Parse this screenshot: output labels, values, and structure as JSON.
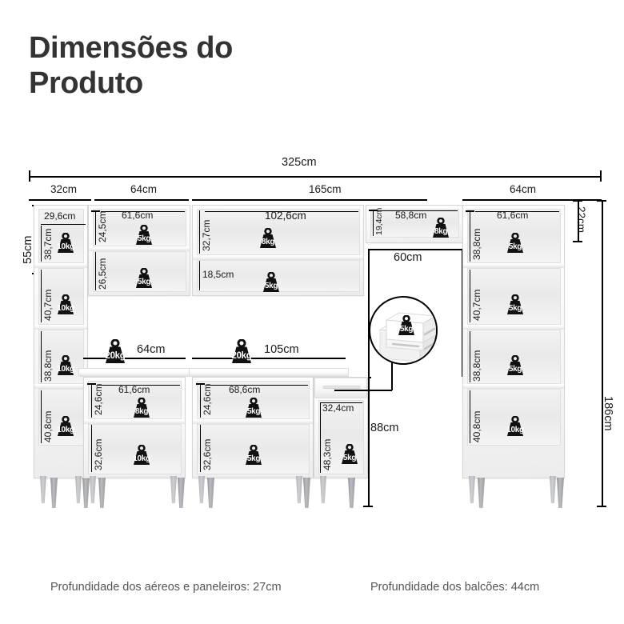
{
  "title": "Dimensões do\nProduto",
  "overall": {
    "total_width": "325cm",
    "total_height": "186cm",
    "upper_height": "55cm",
    "lower_height": "88cm",
    "top_gap": "22cm",
    "appliance_opening_width": "60cm"
  },
  "top_segments": [
    {
      "label": "32cm"
    },
    {
      "label": "64cm"
    },
    {
      "label": "165cm"
    },
    {
      "label": "64cm"
    }
  ],
  "left_tower": {
    "width": "29,6cm",
    "shelves": [
      {
        "height": "38,7cm",
        "weight": "10kg"
      },
      {
        "height": "40,7cm",
        "weight": "10kg"
      },
      {
        "height": "38,8cm",
        "weight": "10kg"
      },
      {
        "height": "40,8cm",
        "weight": "10kg"
      }
    ]
  },
  "upper_cabinet_2": {
    "width": "61,6cm",
    "shelves": [
      {
        "height": "24,5cm",
        "weight": "5kg"
      },
      {
        "height": "26,5cm",
        "weight": "5kg"
      }
    ]
  },
  "upper_cabinet_center": {
    "width": "102,6cm",
    "shelves": [
      {
        "height": "32,7cm",
        "weight": "8kg"
      },
      {
        "height": "18,5cm",
        "weight": "5kg"
      }
    ]
  },
  "upper_niche": {
    "width": "58,8cm",
    "height": "19,4cm",
    "weight": "8kg"
  },
  "right_tower": {
    "width": "61,6cm",
    "shelves": [
      {
        "height": "38,8cm",
        "weight": "5kg"
      },
      {
        "height": "40,7cm",
        "weight": "5kg"
      },
      {
        "height": "38,8cm",
        "weight": "5kg"
      },
      {
        "height": "40,8cm",
        "weight": "10kg"
      }
    ]
  },
  "base_cabinet_left": {
    "top_width": "64cm",
    "top_weight": "20kg",
    "inner_width": "61,6cm",
    "shelves": [
      {
        "height": "24,6cm",
        "weight": "8kg"
      },
      {
        "height": "32,6cm",
        "weight": "10kg"
      }
    ]
  },
  "base_cabinet_center": {
    "top_width": "105cm",
    "top_weight": "20kg",
    "inner_width": "68,6cm",
    "shelves": [
      {
        "height": "24,6cm",
        "weight": "5kg"
      },
      {
        "height": "32,6cm",
        "weight": "5kg"
      }
    ]
  },
  "base_cabinet_right": {
    "inner_width": "32,4cm",
    "height": "48,3cm",
    "weight": "5kg"
  },
  "drawer_detail": {
    "weight": "5kg"
  },
  "footer": {
    "left": "Profundidade dos aéreos e paneleiros: 27cm",
    "right": "Profundidade dos balcões: 44cm"
  }
}
